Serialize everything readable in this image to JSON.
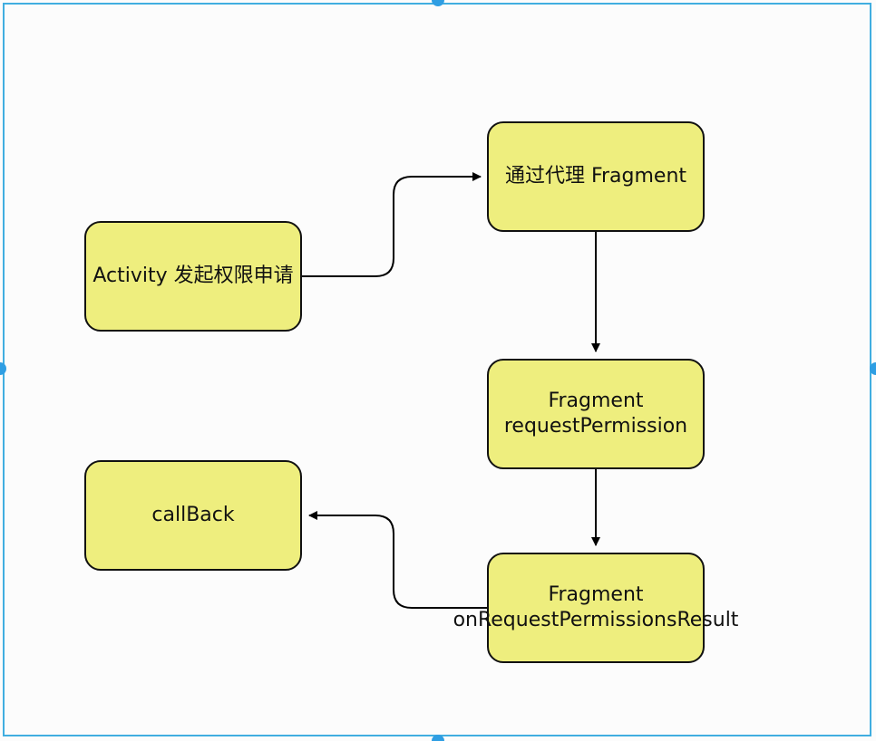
{
  "colors": {
    "node_fill": "#eeee7e",
    "node_border": "#111111",
    "frame_border": "#41aee0",
    "handle": "#2f9ee3"
  },
  "nodes": {
    "activity": {
      "label": "Activity 发起权限申请"
    },
    "proxy": {
      "label": "通过代理 Fragment"
    },
    "request": {
      "line1": "Fragment",
      "line2": "requestPermission"
    },
    "result": {
      "line1": "Fragment",
      "line2": "onRequestPermissionsResult"
    },
    "callback": {
      "label": "callBack"
    }
  },
  "edges": [
    {
      "from": "activity",
      "to": "proxy"
    },
    {
      "from": "proxy",
      "to": "request"
    },
    {
      "from": "request",
      "to": "result"
    },
    {
      "from": "result",
      "to": "callback"
    }
  ]
}
